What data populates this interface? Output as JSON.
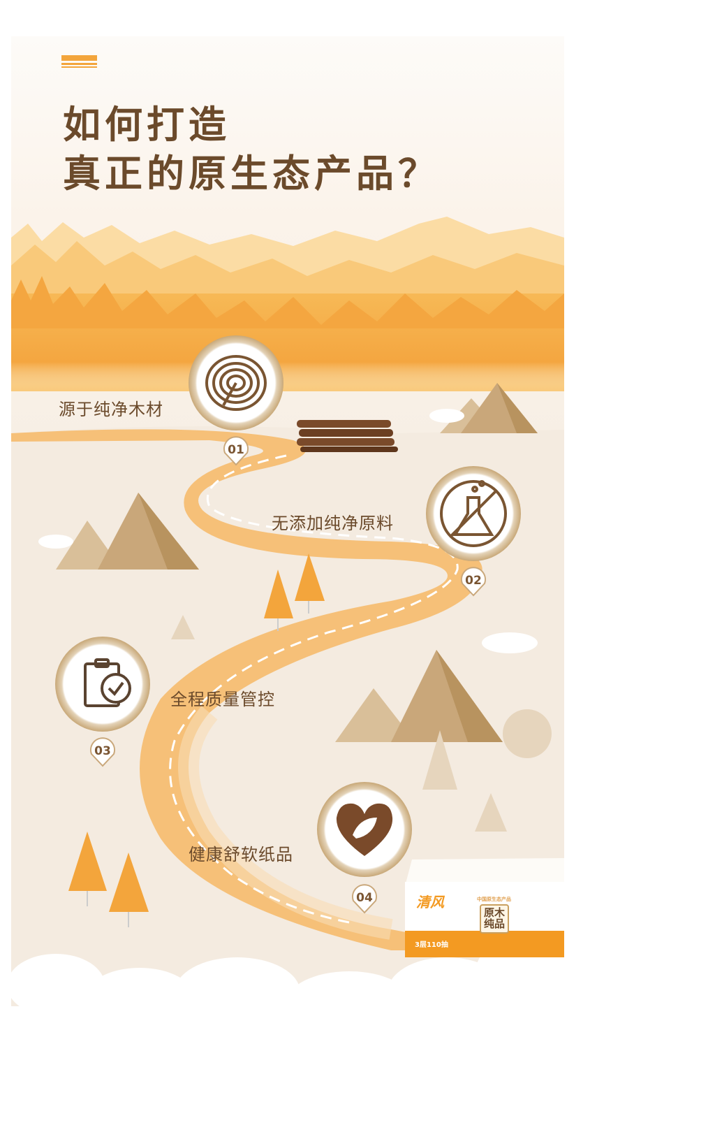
{
  "title": {
    "line1": "如何打造",
    "line2": "真正的原生态产品？"
  },
  "steps": [
    {
      "number": "01",
      "label": "源于纯净木材",
      "icon": "tree-rings-icon"
    },
    {
      "number": "02",
      "label": "无添加纯净原料",
      "icon": "no-chemicals-flask-icon"
    },
    {
      "number": "03",
      "label": "全程质量管控",
      "icon": "clipboard-check-icon"
    },
    {
      "number": "04",
      "label": "健康舒软纸品",
      "icon": "heart-leaf-icon"
    }
  ],
  "product": {
    "brand": "清风",
    "name_line1": "原木",
    "name_line2": "纯品",
    "tagline": "中国原生态产品",
    "spec": "3层110抽"
  },
  "colors": {
    "accent": "#f3a53c",
    "brown": "#6b4a2b",
    "road": "#f6b865",
    "mountain": "#c9a77a"
  }
}
